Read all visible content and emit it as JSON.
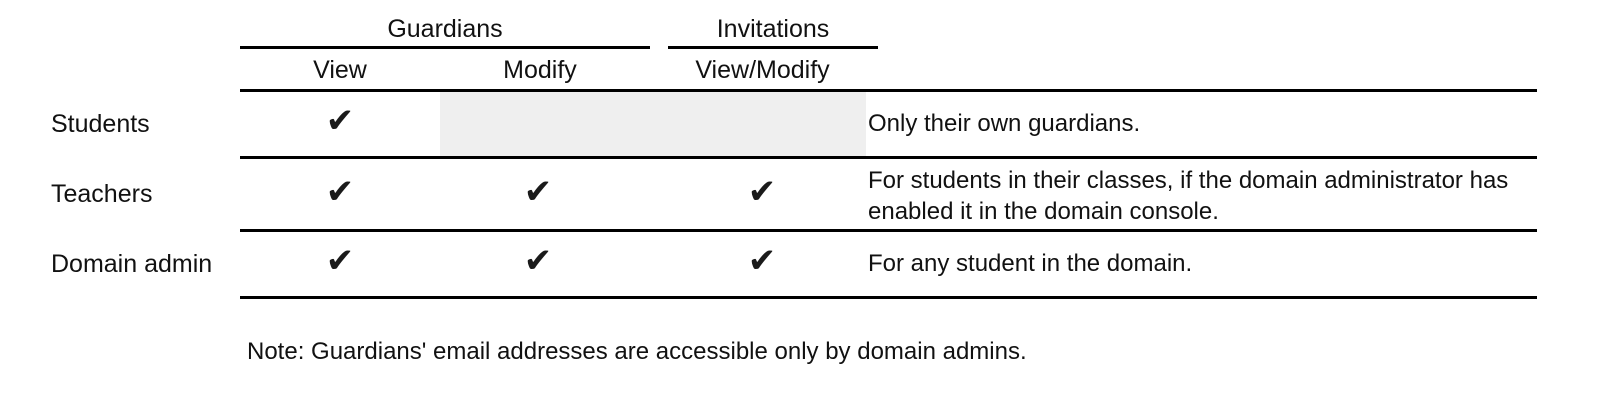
{
  "table": {
    "group_headers": [
      {
        "label": "Guardians",
        "spans_columns": [
          "View",
          "Modify"
        ]
      },
      {
        "label": "Invitations",
        "spans_columns": [
          "View/Modify"
        ]
      }
    ],
    "column_headers": [
      "View",
      "Modify",
      "View/Modify"
    ],
    "row_header_label": "",
    "rows": [
      {
        "label": "Students",
        "guardians_view": "✔",
        "guardians_modify": "",
        "invitations_view_modify": "",
        "guardians_modify_state": "disabled-shaded",
        "note": "Only their own guardians."
      },
      {
        "label": "Teachers",
        "guardians_view": "✔",
        "guardians_modify": "✔",
        "invitations_view_modify": "✔",
        "guardians_modify_state": "enabled",
        "note": "For students in their classes, if the domain administrator has enabled it in the domain console."
      },
      {
        "label": "Domain admin",
        "guardians_view": "✔",
        "guardians_modify": "✔",
        "invitations_view_modify": "✔",
        "guardians_modify_state": "enabled",
        "note": "For any student in the domain."
      }
    ]
  },
  "footnote": {
    "text": "Note: Guardians' email addresses are accessible only by domain admins."
  },
  "colors": {
    "text": "#111111",
    "rule": "#000000",
    "shaded_cell": "#efefef",
    "background": "#ffffff"
  }
}
